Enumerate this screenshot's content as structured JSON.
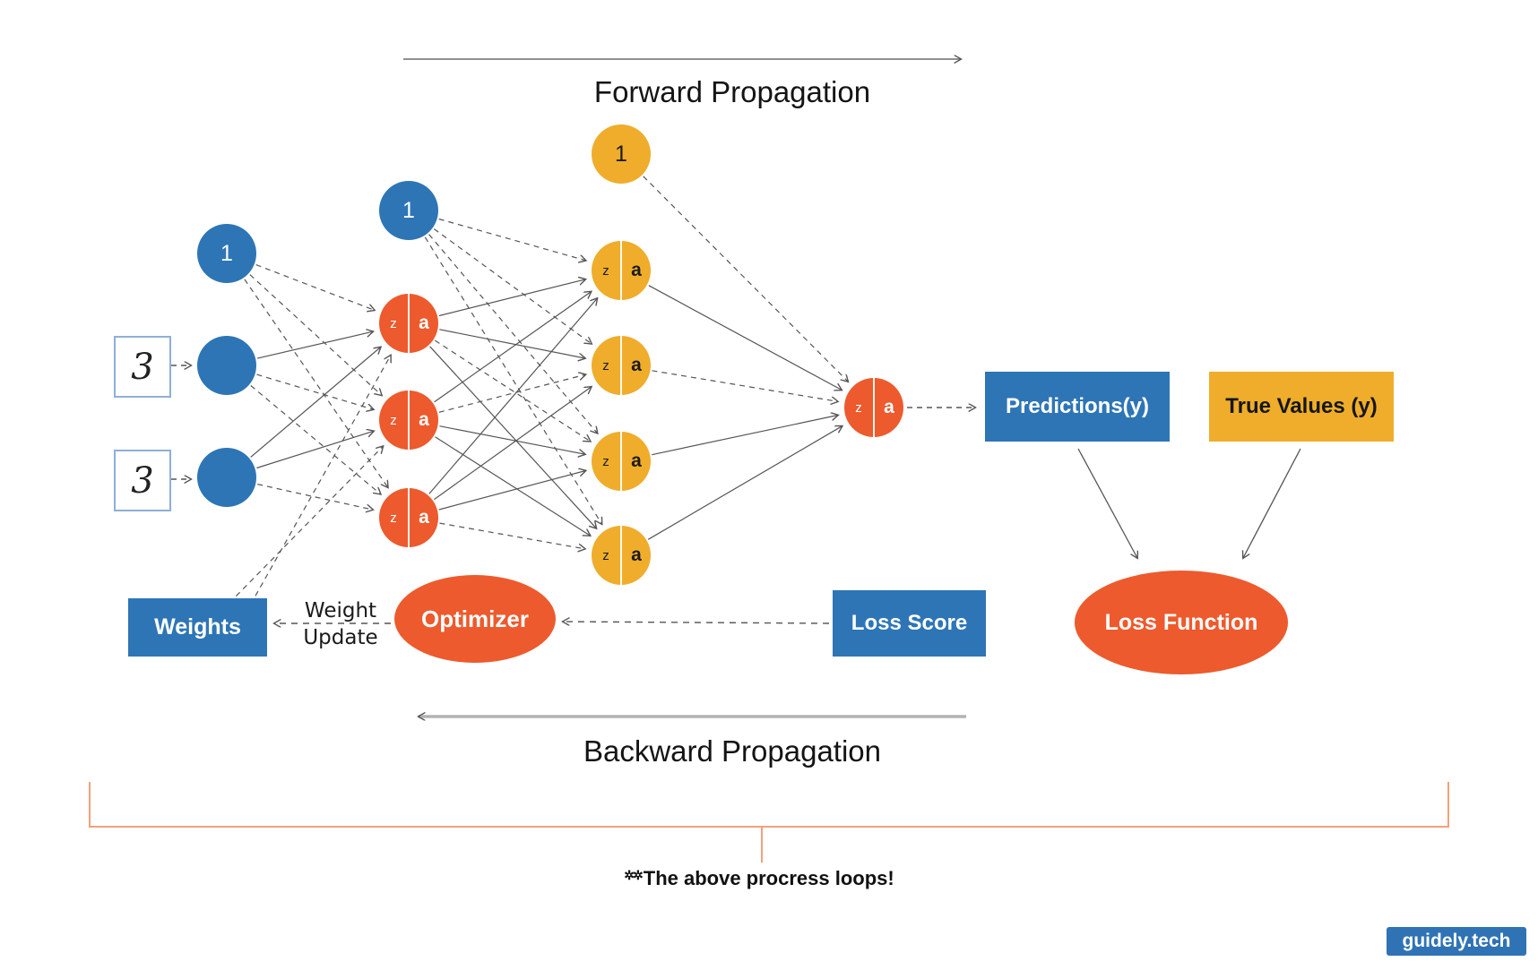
{
  "titles": {
    "forward": "Forward Propagation",
    "backward": "Backward Propagation"
  },
  "network": {
    "bias_label": "1",
    "input_value": "3",
    "z_label": "z",
    "a_label": "a"
  },
  "boxes": {
    "predictions": "Predictions(y)",
    "true_values": "True Values (y)",
    "loss_function": "Loss Function",
    "loss_score": "Loss Score",
    "optimizer": "Optimizer",
    "weights": "Weights"
  },
  "labels": {
    "weight_update_line1": "Weight",
    "weight_update_line2": "Update",
    "footnote_prefix": "✲✲",
    "footnote": "The above procress loops!"
  },
  "branding": {
    "logo_text": "guidely.tech"
  },
  "colors": {
    "node_blue": "#2E75B6",
    "node_orange": "#ED5A2D",
    "node_yellow": "#EFAD2B",
    "edge_gray": "#555555",
    "backward_line": "#B3B3B3",
    "bracket_salmon": "#F2A17E",
    "logo_blue": "#2F73B5"
  }
}
